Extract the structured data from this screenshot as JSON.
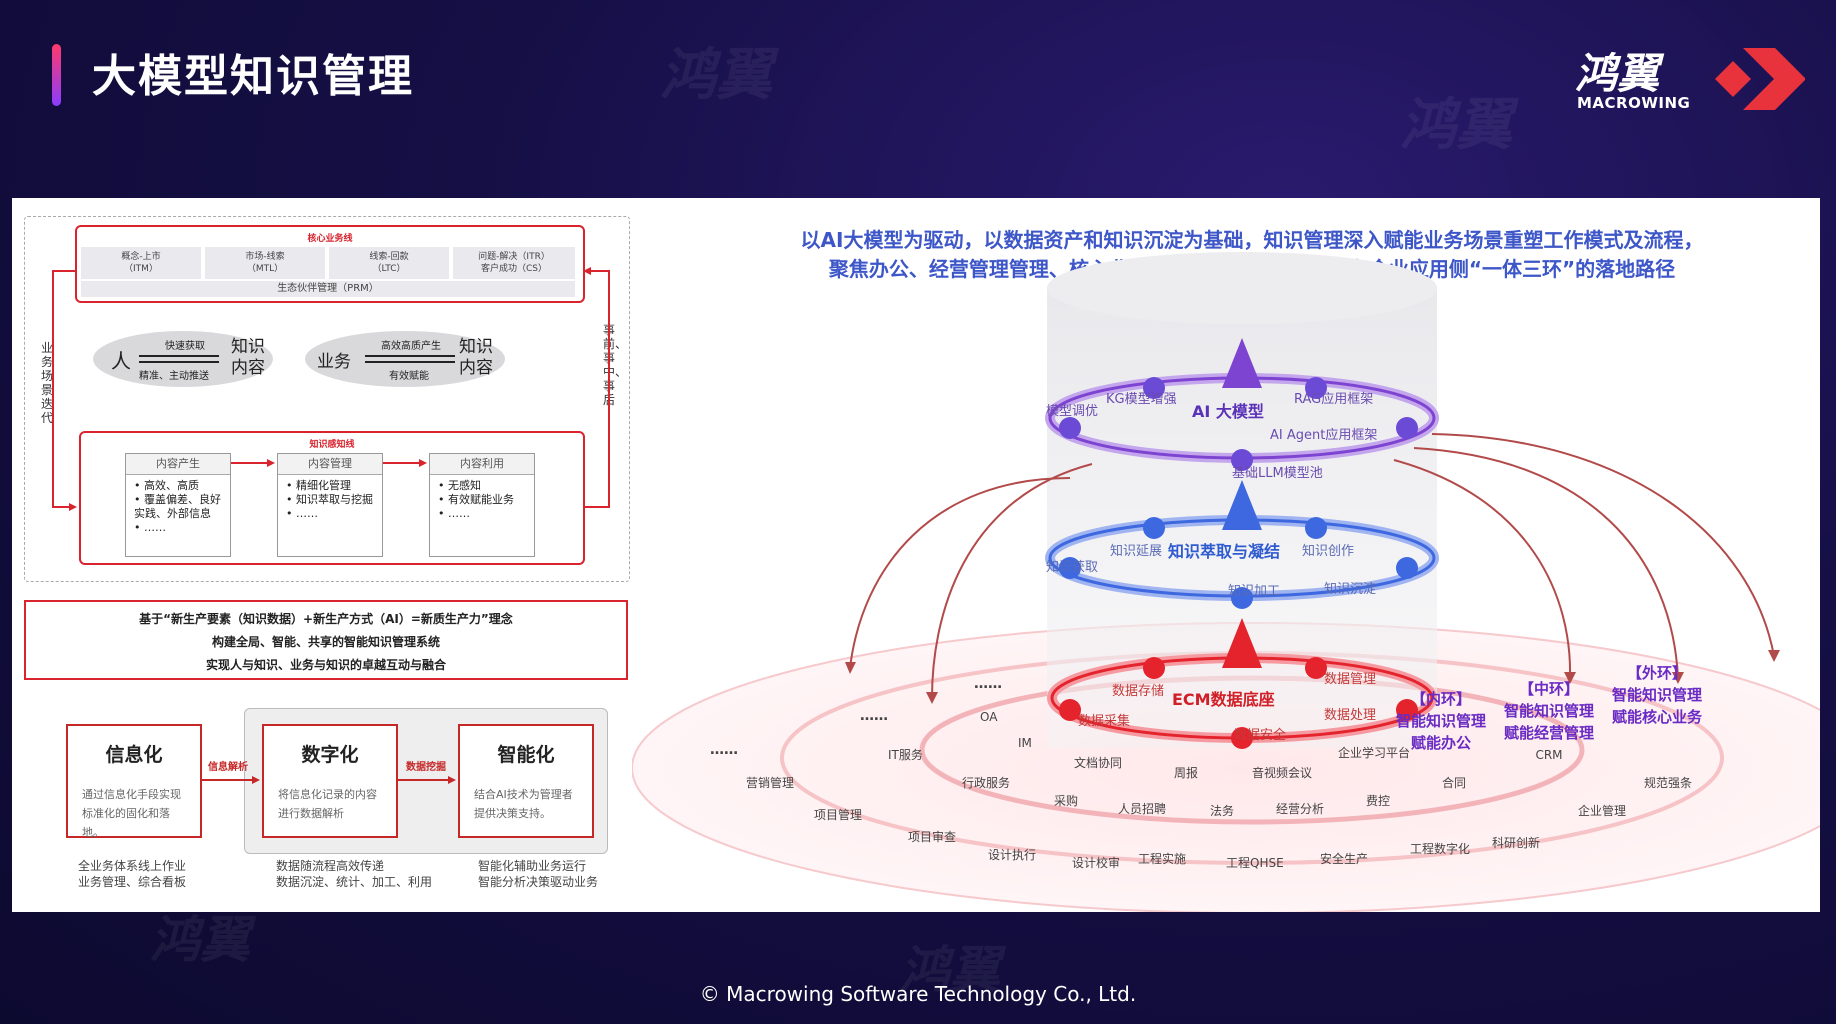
{
  "header": {
    "title": "大模型知识管理",
    "logo_cn": "鸿翼",
    "logo_en": "MACROWING"
  },
  "footer": "© Macrowing Software Technology Co., Ltd.",
  "left": {
    "core_title": "核心业务线",
    "stages": [
      {
        "line1": "概念-上市",
        "line2": "（ITM）"
      },
      {
        "line1": "市场-线索",
        "line2": "（MTL）"
      },
      {
        "line1": "线索-回款",
        "line2": "（LTC）"
      },
      {
        "line1": "问题-解决（ITR）",
        "line2": "客户成功（CS）"
      }
    ],
    "prm": "生态伙伴管理（PRM）",
    "side_left": "业务场景迭代",
    "side_right": "事前、事中、事后",
    "ellipse1": {
      "subject": "人",
      "top": "快速获取",
      "bottom": "精准、主动推送",
      "target": "知识内容"
    },
    "ellipse2": {
      "subject": "业务",
      "top": "高效高质产生",
      "bottom": "有效赋能",
      "target": "知识内容"
    },
    "perception_title": "知识感知线",
    "columns": [
      {
        "head": "内容产生",
        "items": [
          "高效、高质",
          "覆盖偏差、良好实践、外部信息",
          "……"
        ]
      },
      {
        "head": "内容管理",
        "items": [
          "精细化管理",
          "知识萃取与挖掘",
          "……"
        ]
      },
      {
        "head": "内容利用",
        "items": [
          "无感知",
          "有效赋能业务",
          "……"
        ]
      }
    ],
    "concept": {
      "line1": "基于“新生产要素（知识数据）+新生产方式（AI）=新质生产力”理念",
      "line2": "构建全局、智能、共享的智能知识管理系统",
      "line3": "实现人与知识、业务与知识的卓越互动与融合"
    },
    "steps": [
      {
        "title": "信息化",
        "desc": "通过信息化手段实现标准化的固化和落地。",
        "note1": "全业务体系线上作业",
        "note2": "业务管理、综合看板"
      },
      {
        "title": "数字化",
        "desc": "将信息化记录的内容进行数据解析",
        "note1": "数据随流程高效传递",
        "note2": "数据沉淀、统计、加工、利用"
      },
      {
        "title": "智能化",
        "desc": "结合AI技术为管理者提供决策支持。",
        "note1": "智能化辅助业务运行",
        "note2": "智能分析决策驱动业务"
      }
    ],
    "arrow1": "信息解析",
    "arrow2": "数据挖掘"
  },
  "right": {
    "intro1": "以AI大模型为驱动，以数据资产和知识沉淀为基础，知识管理深入赋能业务场景重塑工作模式及流程，",
    "intro2": "聚焦办公、经营管理管理、核心业务，推行大模型知识管理在企业应用侧“一体三环”的落地路径",
    "ai_ring": {
      "center": "AI 大模型",
      "labels": [
        "KG模型增强",
        "RAG应用框架",
        "模型调优",
        "AI Agent应用框架",
        "基础LLM模型池"
      ]
    },
    "km_ring": {
      "center": "知识萃取与凝结",
      "labels": [
        "知识延展",
        "知识创作",
        "知识获取",
        "知识加工",
        "知识沉淀"
      ]
    },
    "ecm_ring": {
      "center": "ECM数据底座",
      "labels": [
        "数据存储",
        "数据管理",
        "数据采集",
        "数据处理",
        "数据安全"
      ]
    },
    "rings": [
      {
        "tag": "【内环】",
        "line1": "智能知识管理",
        "line2": "赋能办公"
      },
      {
        "tag": "【中环】",
        "line1": "智能知识管理",
        "line2": "赋能经营管理",
        "extra": "CRM"
      },
      {
        "tag": "【外环】",
        "line1": "智能知识管理",
        "line2": "赋能核心业务"
      }
    ],
    "apps": [
      "OA",
      "IM",
      "文档协同",
      "周报",
      "音视频会议",
      "企业学习平台",
      "IT服务",
      "行政服务",
      "采购",
      "人员招聘",
      "法务",
      "经营分析",
      "费控",
      "合同",
      "营销管理",
      "项目管理",
      "项目审查",
      "设计执行",
      "设计校审",
      "工程实施",
      "工程QHSE",
      "安全生产",
      "工程数字化",
      "科研创新",
      "企业管理",
      "规范强条"
    ],
    "dots": [
      "……",
      "……",
      "……"
    ]
  }
}
